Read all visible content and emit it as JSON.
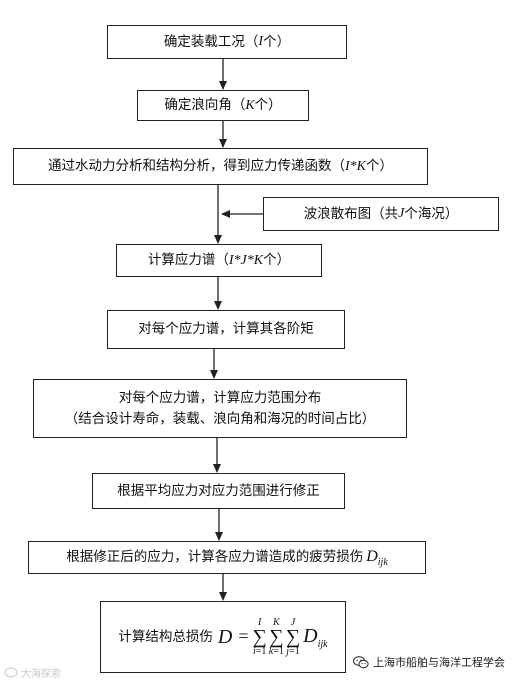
{
  "flowchart": {
    "step1": {
      "text": "确定装载工况（",
      "var": "I",
      "suffix": "个）"
    },
    "step2": {
      "text": "确定浪向角（",
      "var": "K",
      "suffix": "个）"
    },
    "step3": {
      "text": "通过水动力分析和结构分析，得到应力传递函数（",
      "var": "I*K",
      "suffix": "个）"
    },
    "side_input": {
      "text": "波浪散布图（共 ",
      "var": "J",
      "suffix": " 个海况）"
    },
    "step4": {
      "text": "计算应力谱（",
      "var": "I*J*K",
      "suffix": "个）"
    },
    "step5": {
      "text": "对每个应力谱，计算其各阶矩"
    },
    "step6": {
      "line1": "对每个应力谱，计算应力范围分布",
      "line2": "（结合设计寿命，装载、浪向角和海况的时间占比）"
    },
    "step7": {
      "text": "根据平均应力对应力范围进行修正"
    },
    "step8": {
      "text": "根据修正后的应力，计算各应力谱造成的疲劳损伤",
      "sym": "D",
      "sub": "ijk"
    },
    "step9": {
      "label": "计算结构总损伤",
      "total": "D",
      "eq": "=",
      "sum1_upper": "I",
      "sum1_lower_var": "i",
      "sum1_lower_rest": "=1",
      "sum2_upper": "K",
      "sum2_lower_var": "k",
      "sum2_lower_rest": "=1",
      "sum3_upper": "J",
      "sum3_lower_var": "j",
      "sum3_lower_rest": "=1",
      "term": "D",
      "term_sub": "ijk"
    }
  },
  "watermark": {
    "text": "上海市船舶与海洋工程学会",
    "faded_text": "大海探索"
  },
  "colors": {
    "stroke": "#222222",
    "text": "#111111",
    "background": "#ffffff"
  }
}
